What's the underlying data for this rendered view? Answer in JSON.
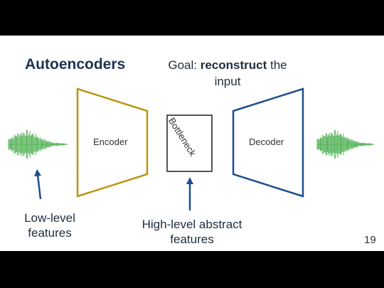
{
  "slide": {
    "title": "Autoencoders",
    "goal_prefix": "Goal: ",
    "goal_bold": "reconstruct",
    "goal_suffix": " the input",
    "encoder_label": "Encoder",
    "decoder_label": "Decoder",
    "bottleneck_label": "Bottleneck",
    "low_level_label": "Low-level features",
    "high_level_label": "High-level abstract features",
    "page_number": "19"
  },
  "colors": {
    "encoder": "#b8960c",
    "decoder": "#1f4e8c",
    "bottleneck": "#555555",
    "waveform": "#4caf50",
    "arrow": "#1f4e8c"
  }
}
